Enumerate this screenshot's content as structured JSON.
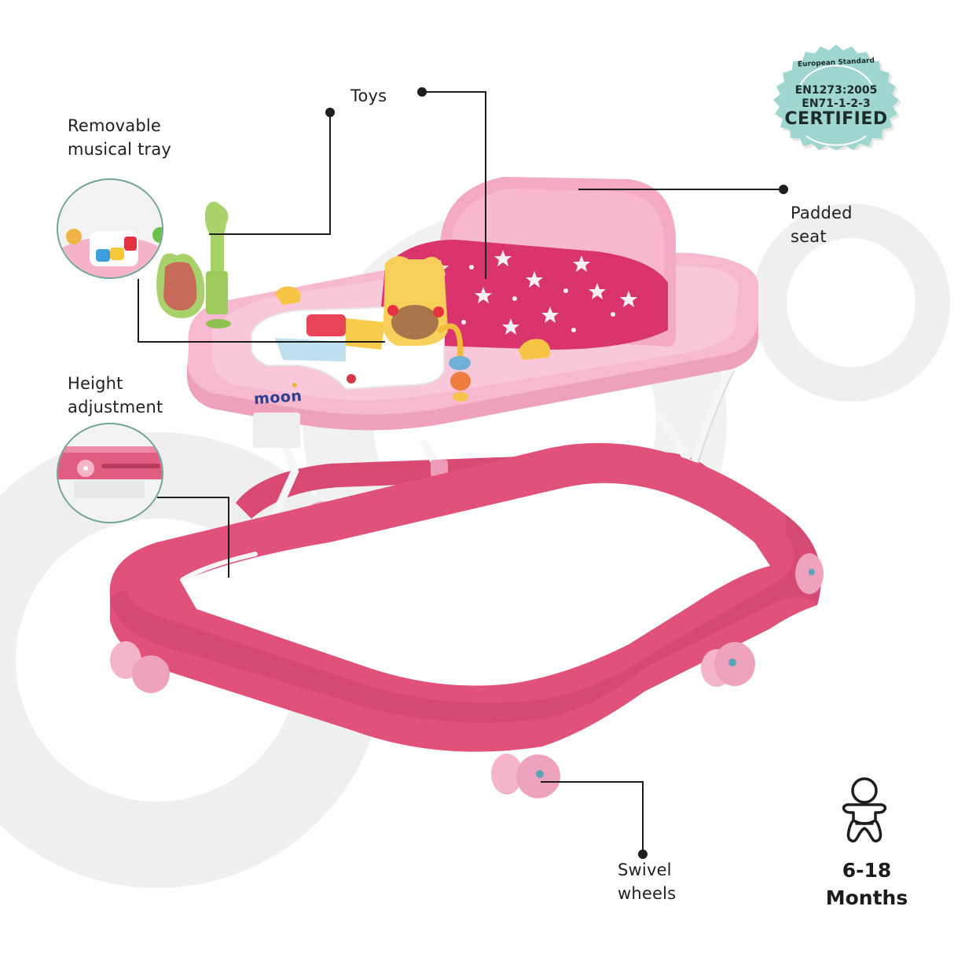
{
  "product": {
    "brand": "moon",
    "type": "baby walker",
    "colors": {
      "tray_pink": "#f6b7cf",
      "base_pink": "#e25479",
      "seat_pink": "#f3a6c1",
      "seat_star_fabric": "#d9346e",
      "wheel_pink": "#f1a6c0",
      "brand_blue": "#2c3e8c"
    }
  },
  "badge": {
    "arc_text": "European Standard",
    "line1": "EN1273:2005",
    "line2": "EN71-1-2-3",
    "line3": "CERTIFIED",
    "color": "#9fd6cf"
  },
  "callouts": {
    "toys": {
      "lines": [
        "Toys"
      ]
    },
    "tray": {
      "lines": [
        "Removable",
        "musical tray"
      ]
    },
    "seat": {
      "lines": [
        "Padded",
        "seat"
      ]
    },
    "height": {
      "lines": [
        "Height",
        "adjustment"
      ]
    },
    "wheels": {
      "lines": [
        "Swivel",
        "wheels"
      ]
    }
  },
  "age": {
    "icon": "baby-icon",
    "range": "6-18",
    "unit": "Months"
  },
  "style": {
    "leader_color": "#1e1e1e",
    "bg_ring_color": "#efefef",
    "inset_border": "#6fa39a"
  }
}
